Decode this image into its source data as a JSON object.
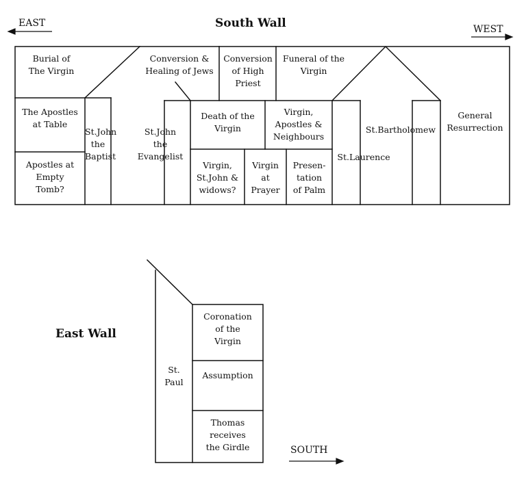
{
  "south_wall": {
    "title": "South Wall",
    "east": "EAST",
    "west": "WEST",
    "panels": {
      "burial": "Burial of\nThe Virgin",
      "conversion_jews": "Conversion &\nHealing of Jews",
      "conversion_priest": "Conversion\nof High\nPriest",
      "funeral": "Funeral of the\nVirgin",
      "apostles_table": "The Apostles\nat Table",
      "apostles_tomb": "Apostles at\nEmpty\nTomb?",
      "john_baptist": "St.John\nthe\nBaptist",
      "john_evangelist": "St.John\nthe\nEvangelist",
      "death": "Death of the\nVirgin",
      "virgin_apostles": "Virgin,\nApostles &\nNeighbours",
      "virgin_widows": "Virgin,\nSt.John &\nwidows?",
      "virgin_prayer": "Virgin\nat\nPrayer",
      "presentation": "Presen-\ntation\nof Palm",
      "laurence": "St.Laurence",
      "bartholomew": "St.Bartholomew",
      "resurrection": "General\nResurrection"
    }
  },
  "east_wall": {
    "title": "East Wall",
    "south": "SOUTH",
    "panels": {
      "paul": "St.\nPaul",
      "coronation": "Coronation\nof the\nVirgin",
      "assumption": "Assumption",
      "thomas": "Thomas\nreceives\nthe Girdle"
    }
  }
}
